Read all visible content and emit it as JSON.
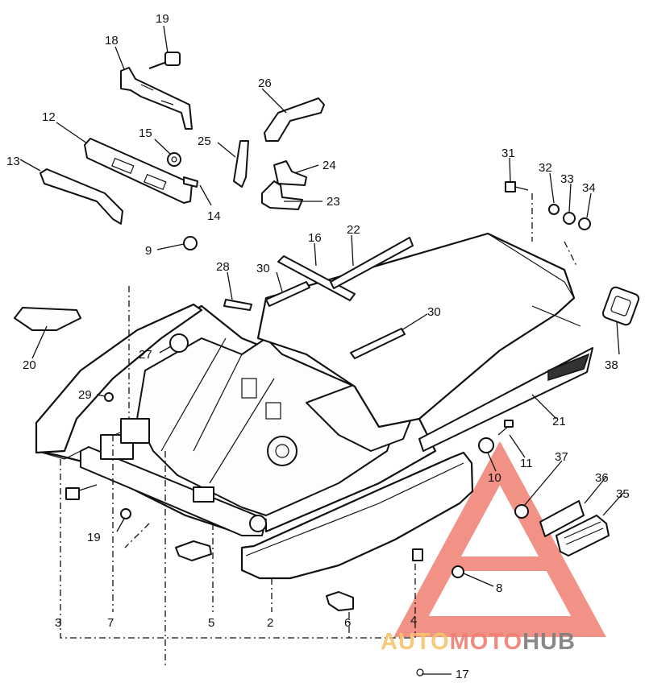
{
  "diagram": {
    "callouts": [
      {
        "id": "c1",
        "text": "19"
      },
      {
        "id": "c2",
        "text": "18"
      },
      {
        "id": "c3",
        "text": "26"
      },
      {
        "id": "c4",
        "text": "12"
      },
      {
        "id": "c5",
        "text": "15"
      },
      {
        "id": "c6",
        "text": "25"
      },
      {
        "id": "c7",
        "text": "24"
      },
      {
        "id": "c8",
        "text": "13"
      },
      {
        "id": "c9",
        "text": "14"
      },
      {
        "id": "c10",
        "text": "23"
      },
      {
        "id": "c11",
        "text": "31"
      },
      {
        "id": "c12",
        "text": "32"
      },
      {
        "id": "c13",
        "text": "33"
      },
      {
        "id": "c14",
        "text": "34"
      },
      {
        "id": "c15",
        "text": "9"
      },
      {
        "id": "c16",
        "text": "16"
      },
      {
        "id": "c17",
        "text": "22"
      },
      {
        "id": "c18",
        "text": "28"
      },
      {
        "id": "c19",
        "text": "30"
      },
      {
        "id": "c20",
        "text": "30"
      },
      {
        "id": "c21",
        "text": "38"
      },
      {
        "id": "c22",
        "text": "20"
      },
      {
        "id": "c23",
        "text": "27"
      },
      {
        "id": "c24",
        "text": "29"
      },
      {
        "id": "c25",
        "text": "21"
      },
      {
        "id": "c26",
        "text": "10"
      },
      {
        "id": "c27",
        "text": "11"
      },
      {
        "id": "c28",
        "text": "37"
      },
      {
        "id": "c29",
        "text": "36"
      },
      {
        "id": "c30",
        "text": "35"
      },
      {
        "id": "c31",
        "text": "19"
      },
      {
        "id": "c32",
        "text": "8"
      },
      {
        "id": "c33",
        "text": "3"
      },
      {
        "id": "c34",
        "text": "7"
      },
      {
        "id": "c35",
        "text": "5"
      },
      {
        "id": "c36",
        "text": "2"
      },
      {
        "id": "c37",
        "text": "6"
      },
      {
        "id": "c38",
        "text": "4"
      },
      {
        "id": "c39",
        "text": "17"
      }
    ]
  },
  "watermark": {
    "brand_part1": "AUTO",
    "brand_part2": "MOTO",
    "brand_part3": "HUB",
    "color_primary": "#f07f72",
    "color_secondary": "#f6c56a",
    "color_dark": "#7d7d7d"
  }
}
